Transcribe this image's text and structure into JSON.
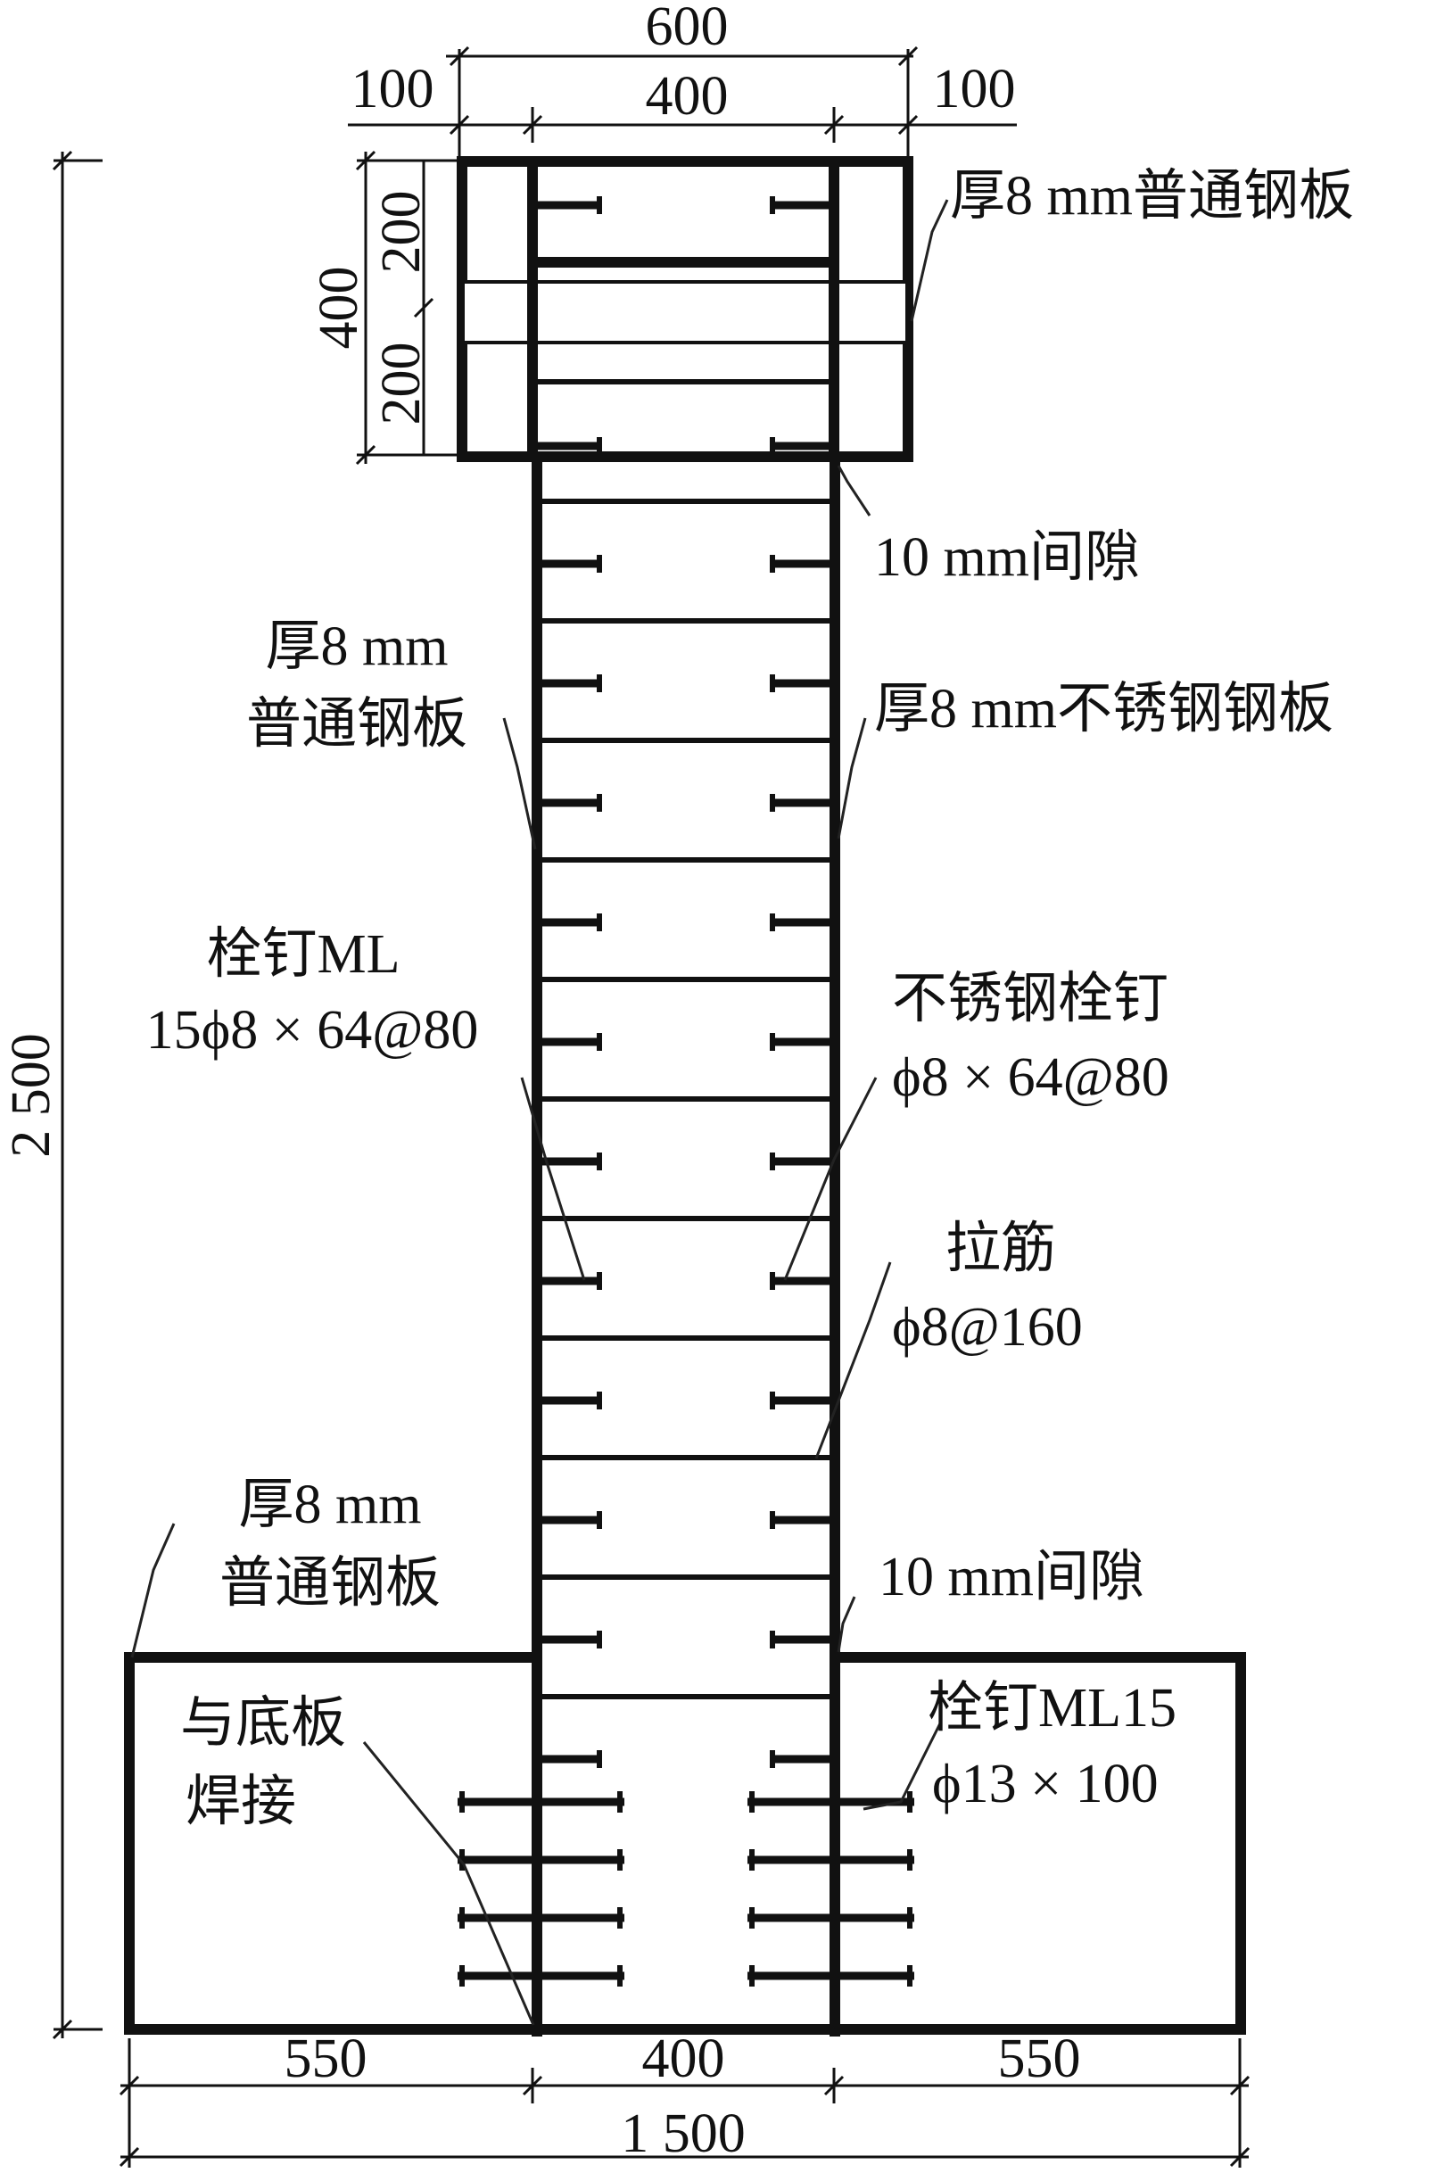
{
  "dimensions": {
    "top_overall": "600",
    "top_left_edge": "100",
    "top_middle": "400",
    "top_right_edge": "100",
    "cap_height": "400",
    "cap_upper": "200",
    "cap_lower": "200",
    "total_height": "2 500",
    "base_left": "550",
    "base_middle": "400",
    "base_right": "550",
    "base_overall": "1 500"
  },
  "annotations": {
    "top_plate": "厚8 mm普通钢板",
    "gap_top": "10 mm间隙",
    "left_plate_line1": "厚8 mm",
    "left_plate_line2": "普通钢板",
    "right_plate": "厚8 mm不锈钢钢板",
    "left_stud_line1": "栓钉ML",
    "left_stud_line2": "15ϕ8 × 64@80",
    "right_stud_line1": "不锈钢栓钉",
    "right_stud_line2": "ϕ8 × 64@80",
    "tie_line1": "拉筋",
    "tie_line2": "ϕ8@160",
    "base_plate_line1": "厚8 mm",
    "base_plate_line2": "普通钢板",
    "gap_bottom": "10 mm间隙",
    "weld_line1": "与底板",
    "weld_line2": "焊接",
    "base_stud_line1": "栓钉ML15",
    "base_stud_line2": "ϕ13 × 100"
  }
}
